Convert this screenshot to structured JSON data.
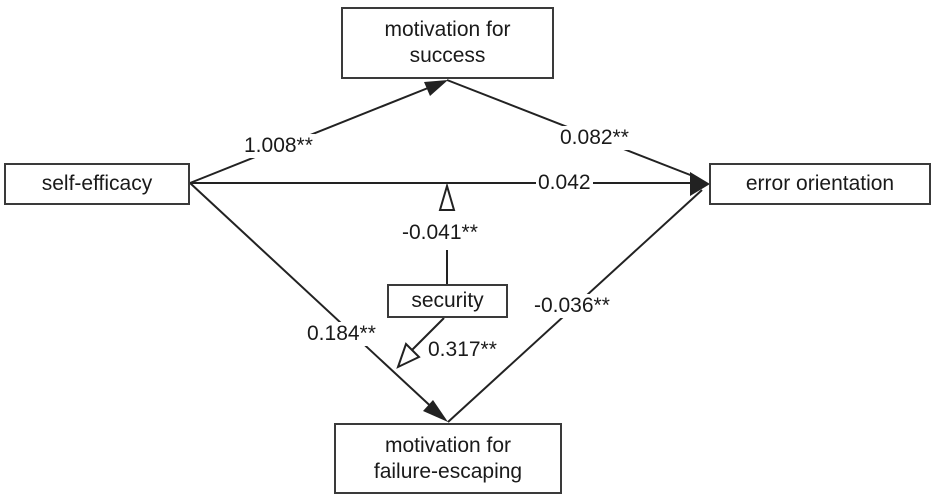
{
  "nodes": {
    "success": {
      "line1": "motivation for",
      "line2": "success"
    },
    "self_efficacy": {
      "label": "self-efficacy"
    },
    "error_orientation": {
      "label": "error orientation"
    },
    "security": {
      "label": "security"
    },
    "failure": {
      "line1": "motivation for",
      "line2": "failure-escaping"
    }
  },
  "paths": {
    "se_to_success": "1.008**",
    "success_to_error": "0.082**",
    "se_to_error": "0.042",
    "security_to_direct": "-0.041**",
    "se_to_failure": "0.184**",
    "security_to_failure_path": "0.317**",
    "failure_to_error": "-0.036**"
  }
}
